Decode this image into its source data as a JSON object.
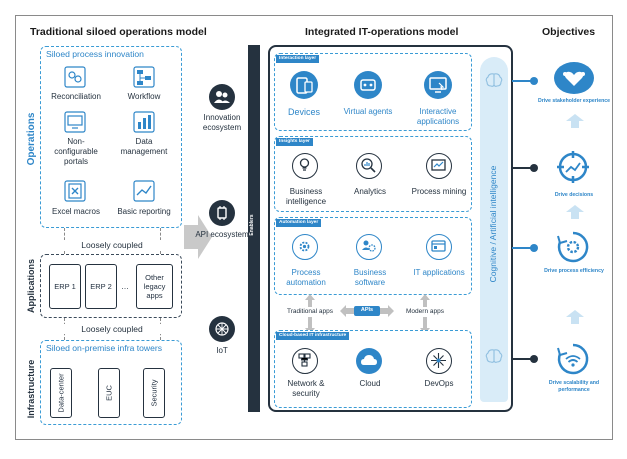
{
  "headers": {
    "traditional": "Traditional siloed operations model",
    "integrated": "Integrated IT-operations model",
    "objectives": "Objectives"
  },
  "operations": {
    "section_label": "Operations",
    "group_title": "Siloed process innovation",
    "items": [
      "Reconciliation",
      "Workflow",
      "Non-configurable portals",
      "Data management",
      "Excel macros",
      "Basic reporting"
    ]
  },
  "applications": {
    "section_label": "Applications",
    "coupling_top": "Loosely coupled",
    "coupling_bottom": "Loosely coupled",
    "erp1": "ERP 1",
    "erp2": "ERP 2",
    "ellipsis": "…",
    "other": "Other legacy apps"
  },
  "infrastructure": {
    "section_label": "Infrastructure",
    "group_title": "Siloed on-premise infra towers",
    "items": [
      "Data-center",
      "EUC",
      "Security"
    ]
  },
  "ecosystems": {
    "innovation": "Innovation ecosystem",
    "api": "API ecosystem",
    "iot": "IoT"
  },
  "integrated": {
    "enablers": "Enablers",
    "interaction": {
      "chip": "Interaction layer",
      "items": [
        "Devices",
        "Virtual agents",
        "Interactive applications"
      ]
    },
    "insights": {
      "chip": "Insights layer",
      "items": [
        "Business intelligence",
        "Analytics",
        "Process mining"
      ]
    },
    "automation": {
      "chip": "Automation layer",
      "items": [
        "Process automation",
        "Business software",
        "IT applications"
      ]
    },
    "connectors": {
      "traditional_apps": "Traditional apps",
      "apis": "APIs",
      "modern_apps": "Modern apps"
    },
    "cloud": {
      "chip": "Cloud-based IT infrastructure",
      "items": [
        "Network & security",
        "Cloud",
        "DevOps"
      ]
    },
    "ai_bar": "Cognitive / Artificial intelligence"
  },
  "objectives": {
    "items": [
      "Drive stakeholder experience",
      "Drive decisions",
      "Drive process efficiency",
      "Drive scalability and performance"
    ]
  },
  "colors": {
    "accent": "#2e86c8",
    "dark": "#25323f",
    "light_blue": "#d9ecf8"
  }
}
